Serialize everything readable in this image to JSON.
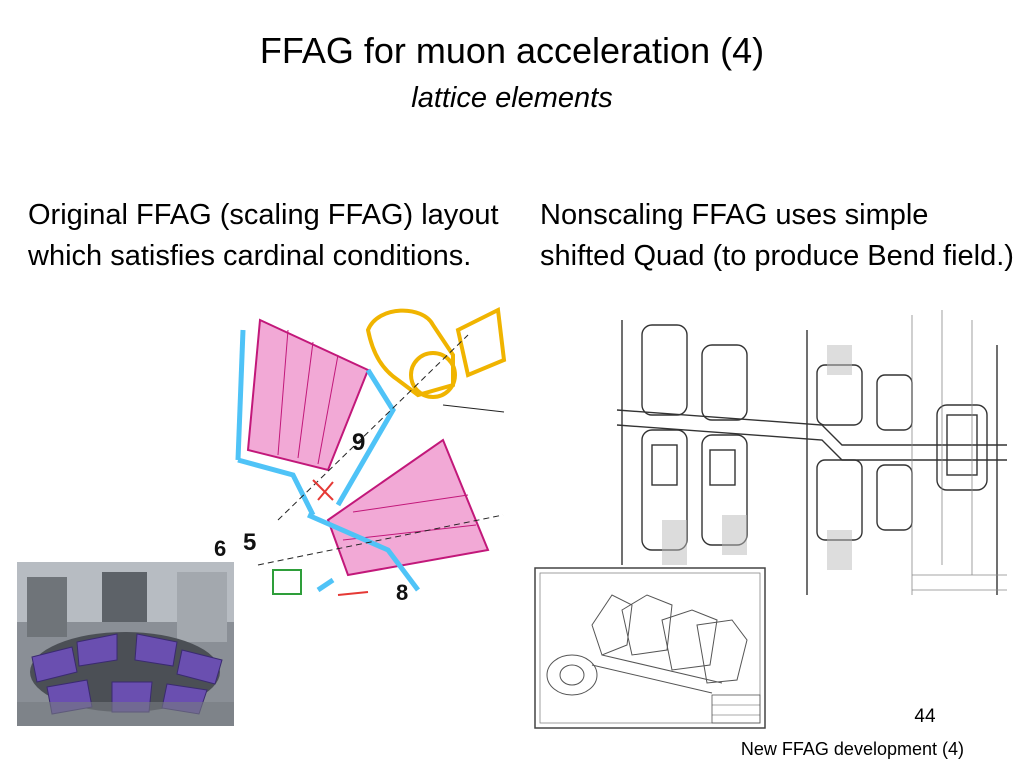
{
  "slide": {
    "title": "FFAG for muon acceleration (4)",
    "subtitle": "lattice elements",
    "left_text": "Original FFAG (scaling FFAG) layout which satisfies cardinal conditions.",
    "right_text": "Nonscaling FFAG uses simple shifted Quad (to produce Bend field.)",
    "page_number": "44",
    "footer": "New FFAG development (4)"
  },
  "figures": {
    "scaling_lattice": {
      "labels": [
        "9",
        "5",
        "6",
        "8"
      ]
    }
  },
  "colors": {
    "magnet_pink": "#f2a9d6",
    "magnet_outline": "#c2187a",
    "beam_pipe_cyan": "#4fc3f7",
    "yoke_orange": "#f0b400",
    "machine_purple": "#6a4fb0"
  }
}
